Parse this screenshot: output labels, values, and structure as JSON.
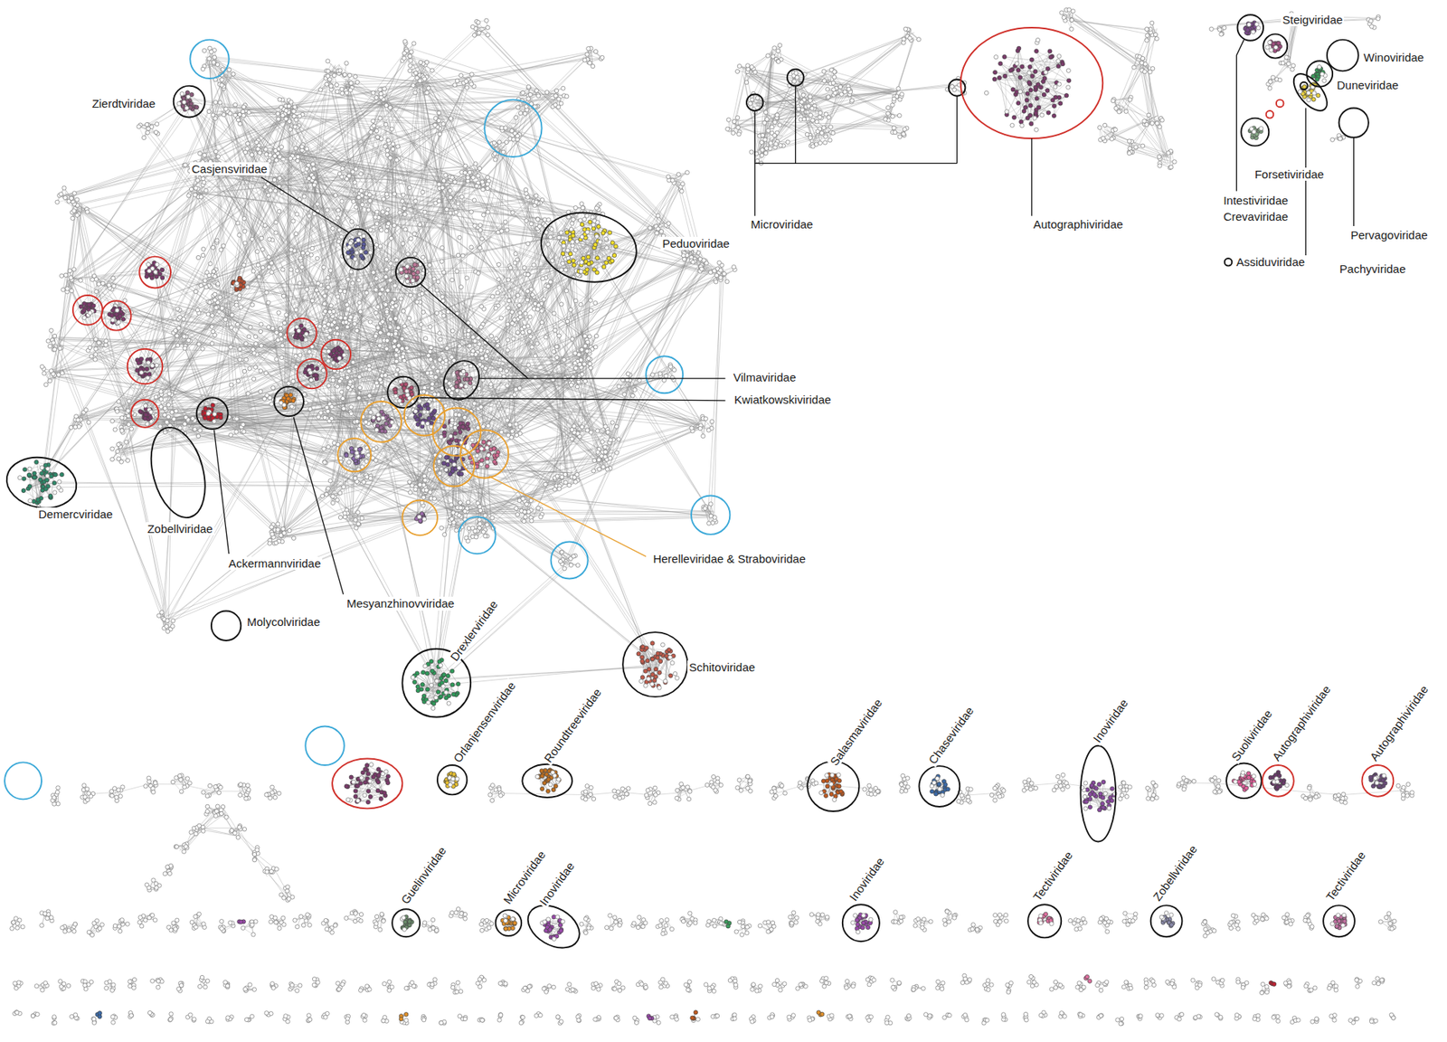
{
  "diagram": {
    "labels": [
      "Zierdtviridae",
      "Microviridae",
      "Autographiviridae",
      "Steigviridae",
      "Winoviridae",
      "Duneviridae",
      "Casjensviridae",
      "Forsetiviridae",
      "Intestiviridae",
      "Crevaviridae",
      "Pervagoviridae",
      "Peduoviridae",
      "Assiduviridae",
      "Pachyviridae",
      "Vilmaviridae",
      "Kwiatkowskiviridae",
      "Demercviridae",
      "Zobellviridae",
      "Herelleviridae & Straboviridae",
      "Ackermannviridae",
      "Mesyanzhinovviridae",
      "Molycolviridae",
      "Drexlerviridae",
      "Schitoviridae",
      "Orlanjensenviridae",
      "Roundtreeviridae",
      "Salasmaviridae",
      "Chaseviridae",
      "Inoviridae",
      "Suoliviridae",
      "Autographiviridae",
      "Autographiviridae",
      "Guelinviridae",
      "Microviridae",
      "Inoviridae",
      "Inoviridae",
      "Tectiviridae",
      "Zobellviridae",
      "Tectiviridae"
    ]
  }
}
